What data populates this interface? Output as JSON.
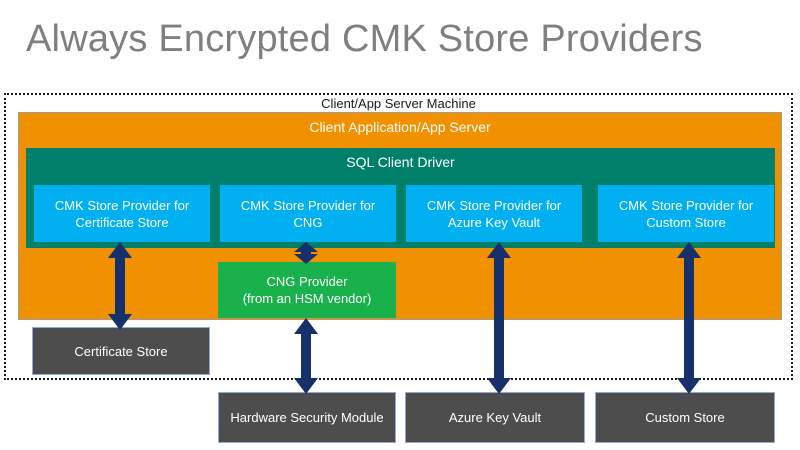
{
  "title": "Always Encrypted CMK Store Providers",
  "boundary": {
    "label": "Client/App Server Machine",
    "style": "dotted"
  },
  "app_server": {
    "label": "Client Application/App Server",
    "color": "#F29100"
  },
  "sql_driver": {
    "label": "SQL Client Driver",
    "color": "#00806B"
  },
  "providers": {
    "color": "#00B0F0",
    "items": [
      {
        "label": "CMK Store Provider for Certificate Store"
      },
      {
        "label": "CMK Store Provider for CNG"
      },
      {
        "label": "CMK Store Provider for Azure Key Vault"
      },
      {
        "label": "CMK Store Provider for Custom Store"
      }
    ]
  },
  "cng_provider": {
    "line1": "CNG Provider",
    "line2": "(from an HSM vendor)",
    "color": "#18B14B"
  },
  "stores": {
    "color": "#4D4D4D",
    "items": [
      {
        "label": "Certificate Store"
      },
      {
        "label": "Hardware Security Module"
      },
      {
        "label": "Azure Key Vault"
      },
      {
        "label": "Custom Store"
      }
    ]
  },
  "connectors": {
    "color": "#15306B",
    "type": "double-headed-arrow",
    "items": [
      {
        "from": "CMK Store Provider for Certificate Store",
        "to": "Certificate Store"
      },
      {
        "from": "CMK Store Provider for CNG",
        "to": "CNG Provider"
      },
      {
        "from": "CNG Provider",
        "to": "Hardware Security Module"
      },
      {
        "from": "CMK Store Provider for Azure Key Vault",
        "to": "Azure Key Vault"
      },
      {
        "from": "CMK Store Provider for Custom Store",
        "to": "Custom Store"
      }
    ]
  },
  "colors": {
    "title": "#7f7f7f",
    "background": "#ffffff"
  }
}
